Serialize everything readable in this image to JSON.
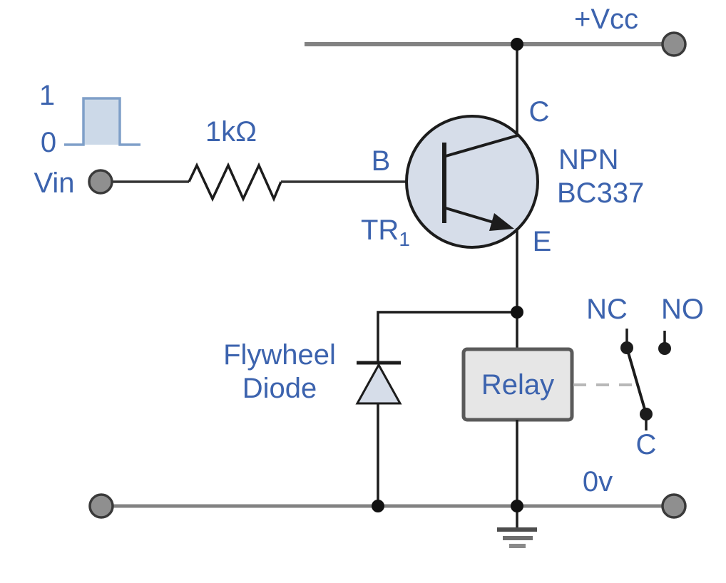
{
  "diagram": {
    "input": {
      "logic_high": "1",
      "logic_low": "0",
      "source_label": "Vin",
      "resistor_value": "1kΩ"
    },
    "transistor": {
      "designator": "TR",
      "designator_subscript": "1",
      "base_label": "B",
      "collector_label": "C",
      "emitter_label": "E",
      "type_line1": "NPN",
      "type_line2": "BC337"
    },
    "supply": {
      "positive_rail": "+Vcc",
      "ground_rail": "0v"
    },
    "diode": {
      "label_line1": "Flywheel",
      "label_line2": "Diode"
    },
    "relay": {
      "box_label": "Relay",
      "contact_nc": "NC",
      "contact_no": "NO",
      "contact_common": "C"
    },
    "colors": {
      "label_blue": "#3c63ae",
      "component_fill": "#d6dde9",
      "pulse_fill": "#ccd9e8",
      "pulse_stroke": "#7f9fc8",
      "rail_gray": "#828282",
      "terminal_fill": "#8f8f8f",
      "terminal_stroke": "#3a3a3a",
      "relay_fill": "#e6e6e6",
      "relay_stroke": "#5a5a5a",
      "dashed_gray": "#b8b8b8",
      "wire_black": "#1c1c1c"
    }
  }
}
